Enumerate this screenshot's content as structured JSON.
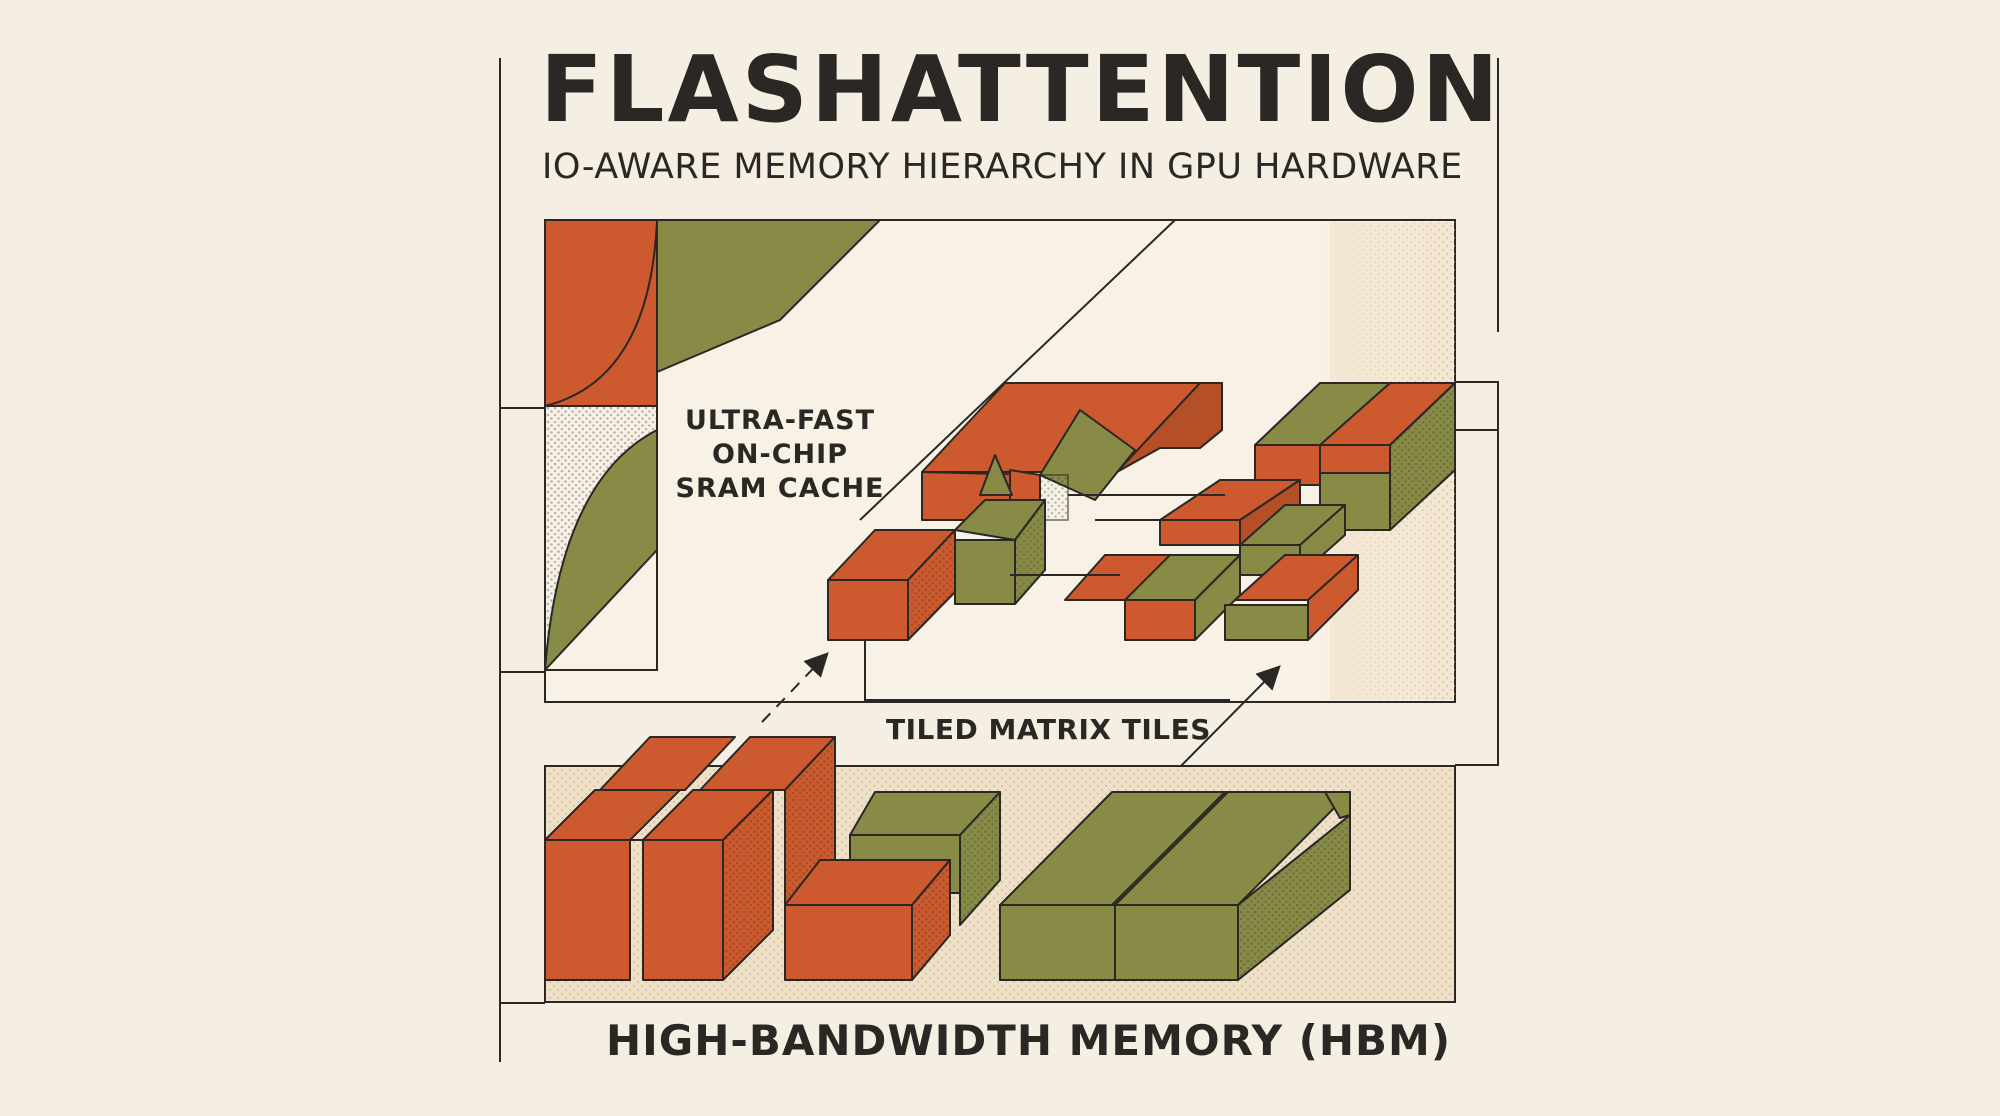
{
  "title": "FLASHATTENTION",
  "subtitle": "IO-AWARE MEMORY HIERARCHY IN GPU HARDWARE",
  "labels": {
    "sram_lines": [
      "ULTRA-FAST",
      "ON-CHIP",
      "SRAM CACHE"
    ],
    "tiles": "TILED MATRIX TILES",
    "hbm": "HIGH-BANDWIDTH MEMORY (HBM)"
  },
  "colors": {
    "background": "#f5efe3",
    "panel": "#f8f2e6",
    "orange": "#cc5a2e",
    "olive": "#878b46",
    "ink": "#2a2724",
    "shade": "#e8d9bf"
  }
}
